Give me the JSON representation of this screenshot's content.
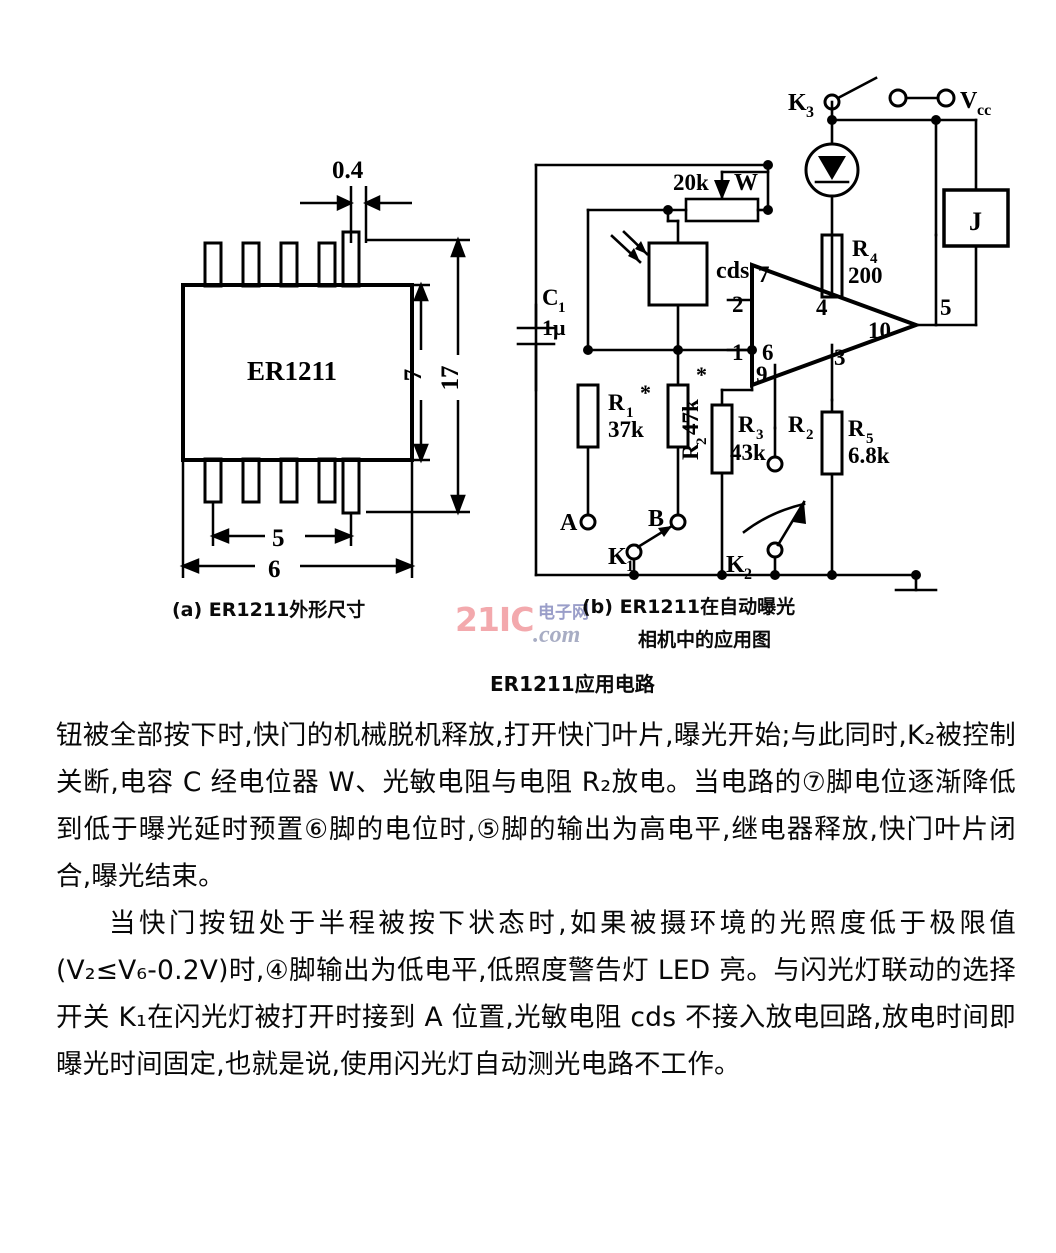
{
  "figure": {
    "package": {
      "chip_label": "ER1211",
      "dim_pin_width": "0.4",
      "dim_body_height": "7",
      "dim_total_height": "17",
      "dim_pin_span": "5",
      "dim_total_width": "6",
      "pin_count_top": 5,
      "pin_count_bottom": 5
    },
    "circuit": {
      "supply_label": "Vcc",
      "relay_label": "J",
      "switch_k3": "K₃",
      "switch_k1": "K₁",
      "switch_k2": "K₂",
      "switch_pos_a": "A",
      "switch_pos_b": "B",
      "pot_value": "20k",
      "pot_label": "W",
      "photoresistor": "cds",
      "cap_label": "C₁",
      "cap_value": "1μ",
      "r1_label": "R₁",
      "r1_value": "37k",
      "r1_star": "*",
      "r2_inline": "R₂ 47k",
      "r2_star": "*",
      "r2_label": "R₂",
      "r3_label": "R₃",
      "r3_value": "43k",
      "r4_label": "R₄",
      "r4_value": "200",
      "r5_label": "R₅",
      "r5_value": "6.8k",
      "pins": {
        "p7": "7",
        "p2": "2",
        "p1": "1",
        "p9": "9",
        "p4": "4",
        "p6": "6",
        "p10": "10",
        "p3": "3",
        "p5": "5"
      }
    }
  },
  "watermark": {
    "brand": "21IC",
    "chinese": "电子网",
    "domain": ".com"
  },
  "captions": {
    "fig_a": "(a) ER1211外形尺寸",
    "fig_b_line1": "(b) ER1211在自动曝光",
    "fig_b_line2": "相机中的应用图",
    "figure_title": "ER1211应用电路"
  },
  "body": {
    "paragraph_1": "钮被全部按下时,快门的机械脱机释放,打开快门叶片,曝光开始;与此同时,K₂被控制关断,电容 C 经电位器 W、光敏电阻与电阻 R₂放电。当电路的⑦脚电位逐渐降低到低于曝光延时预置⑥脚的电位时,⑤脚的输出为高电平,继电器释放,快门叶片闭合,曝光结束。",
    "paragraph_2": "当快门按钮处于半程被按下状态时,如果被摄环境的光照度低于极限值(V₂≤V₆-0.2V)时,④脚输出为低电平,低照度警告灯 LED 亮。与闪光灯联动的选择开关 K₁在闪光灯被打开时接到 A 位置,光敏电阻 cds 不接入放电回路,放电时间即曝光时间固定,也就是说,使用闪光灯自动测光电路不工作。"
  }
}
